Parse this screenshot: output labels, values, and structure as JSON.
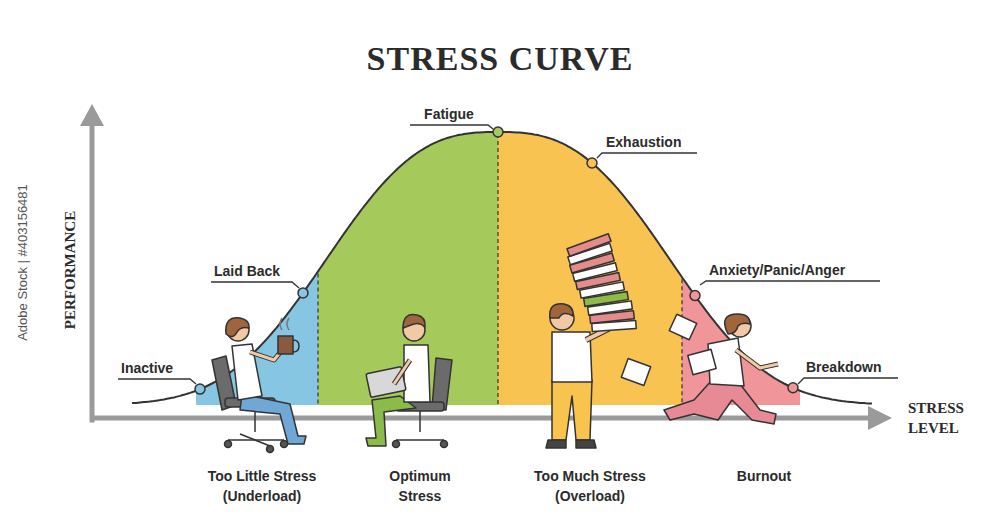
{
  "diagram": {
    "title": "STRESS CURVE",
    "labels": [
      "PERFORMANCE",
      "Fatigue",
      "Exhaustion",
      "Laid Back",
      "Anxiety/Panic/Anger",
      "Inactive",
      "Breakdown",
      "STRESS LEVEL",
      "Too Little Stress (Underload)",
      "Optimum Stress",
      "Too Much Stress (Overload)",
      "Burnout",
      "Adobe Stock | #403156481"
    ]
  }
}
